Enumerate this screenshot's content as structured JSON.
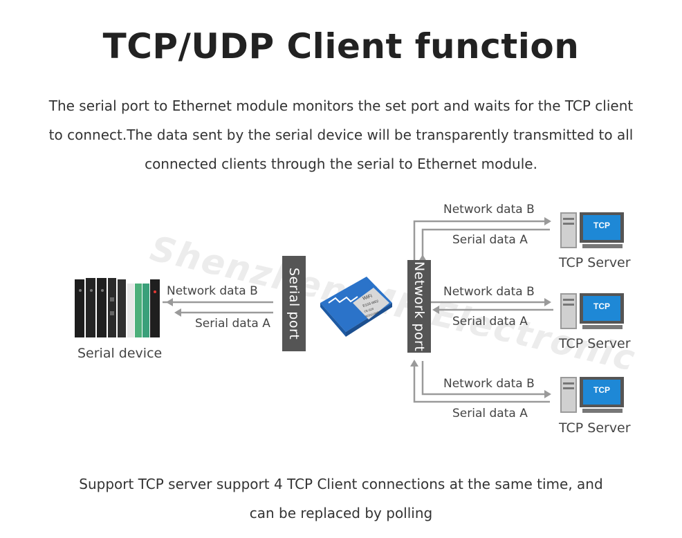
{
  "title": "TCP/UDP Client function",
  "description": [
    "The serial port to Ethernet module monitors the set port and waits for the TCP client",
    "to connect.The data sent by the serial device will be transparently transmitted to all",
    "connected clients through the serial to Ethernet module."
  ],
  "watermark": "Shenzhen MF Electronic",
  "diagram": {
    "serial_device_label": "Serial device",
    "serial_port_label": "Serial port",
    "network_port_label": "Network port",
    "left_link": {
      "network_label": "Network data B",
      "serial_label": "Serial data A"
    },
    "servers": [
      {
        "label": "TCP Server",
        "screen_text": "TCP",
        "network_label": "Network data B",
        "serial_label": "Serial data A"
      },
      {
        "label": "TCP Server",
        "screen_text": "TCP",
        "network_label": "Network data B",
        "serial_label": "Serial data A"
      },
      {
        "label": "TCP Server",
        "screen_text": "TCP",
        "network_label": "Network data B",
        "serial_label": "Serial data A"
      }
    ],
    "module_chip_text": [
      "WiFi",
      "E103-W02",
      "CE-SZ0",
      "82311UWR"
    ]
  },
  "footer": [
    "Support TCP server support 4 TCP Client connections at the same time, and",
    "can be replaced by polling"
  ],
  "colors": {
    "line": "#9a9a9a",
    "bar": "#555555",
    "screen": "#1e88d6",
    "module_board": "#2b73c9",
    "rail_green": "#4caf7a"
  }
}
